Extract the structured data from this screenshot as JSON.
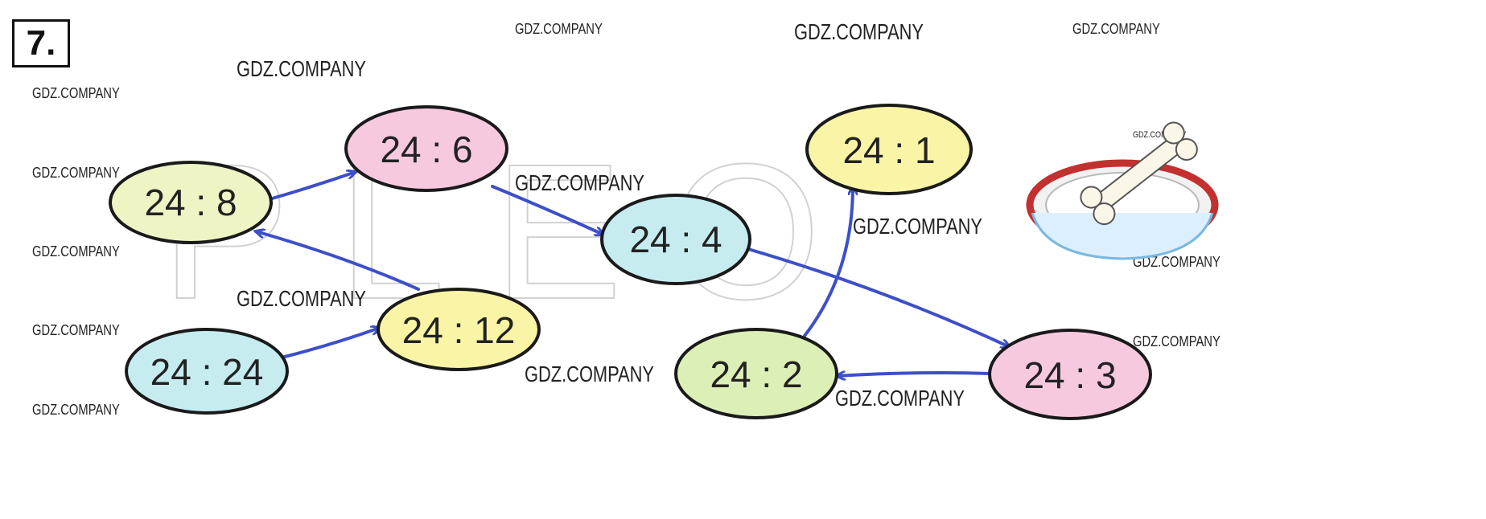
{
  "exercise_number": "7.",
  "watermark": "GDZ.COMPANY",
  "nodes": [
    {
      "id": "n8",
      "label": "24 : 8",
      "color": "#eef4c4"
    },
    {
      "id": "n6",
      "label": "24 : 6",
      "color": "#f7c9df"
    },
    {
      "id": "n4",
      "label": "24 : 4",
      "color": "#c6ecf0"
    },
    {
      "id": "n1",
      "label": "24 : 1",
      "color": "#faf5a6"
    },
    {
      "id": "n12",
      "label": "24 : 12",
      "color": "#faf5a6"
    },
    {
      "id": "n24",
      "label": "24 : 24",
      "color": "#c6ecf0"
    },
    {
      "id": "n2",
      "label": "24 : 2",
      "color": "#dcefb6"
    },
    {
      "id": "n3",
      "label": "24 : 3",
      "color": "#f7c9df"
    }
  ],
  "edges": [
    {
      "from": "n24",
      "to": "n12"
    },
    {
      "from": "n12",
      "to": "n8"
    },
    {
      "from": "n8",
      "to": "n6"
    },
    {
      "from": "n6",
      "to": "n4"
    },
    {
      "from": "n4",
      "to": "n3"
    },
    {
      "from": "n3",
      "to": "n2"
    },
    {
      "from": "n2",
      "to": "n1"
    }
  ],
  "colors": {
    "arrow": "#3d4fc8",
    "outline": "#1a1a1a",
    "text": "#222222"
  },
  "icons": {
    "bowl": "dog-bowl-with-bone-icon"
  }
}
